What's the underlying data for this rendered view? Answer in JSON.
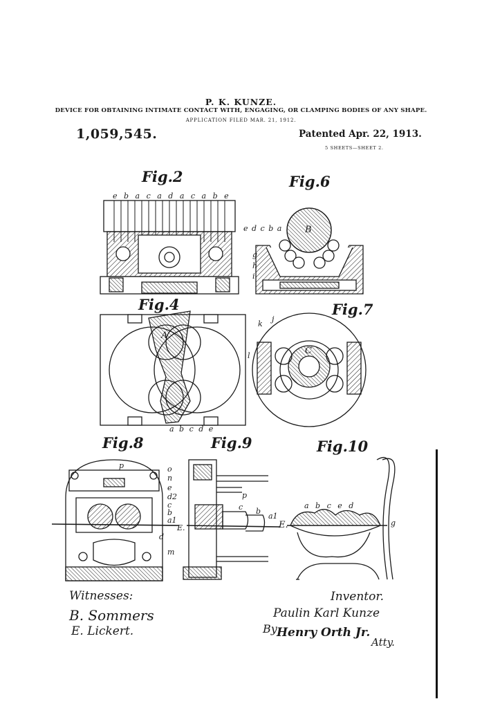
{
  "header": {
    "inventor_name": "P. K. KUNZE.",
    "title": "DEVICE FOR OBTAINING INTIMATE CONTACT WITH, ENGAGING, OR CLAMPING BODIES OF ANY SHAPE.",
    "application_filed": "APPLICATION FILED MAR. 21, 1912.",
    "patent_number": "1,059,545.",
    "patented_date": "Patented Apr. 22, 1913.",
    "sheets": "5 SHEETS—SHEET 2."
  },
  "figures": [
    {
      "label": "Fig.2",
      "parts": "e b a c a d a c a b e"
    },
    {
      "label": "Fig.6",
      "parts": "e d c b a",
      "body": "B",
      "side_letters": [
        "g",
        "h",
        "i"
      ]
    },
    {
      "label": "Fig.4",
      "body": "A",
      "parts": "a b c d e"
    },
    {
      "label": "Fig.7",
      "body": "C",
      "side_letters": [
        "k",
        "j",
        "l"
      ]
    },
    {
      "label": "Fig.8",
      "letters": [
        "p",
        "o",
        "n",
        "e",
        "d2",
        "c",
        "b",
        "a1",
        "E.",
        "d",
        "m"
      ]
    },
    {
      "label": "Fig.9",
      "letters": [
        "p",
        "c",
        "b",
        "a1",
        "E."
      ]
    },
    {
      "label": "Fig.10",
      "parts": "a b c e d",
      "side_letters": [
        "g"
      ]
    }
  ],
  "signatures": {
    "witnesses_label": "Witnesses:",
    "witness_1": "B. Sommers",
    "witness_2": "E. Lickert.",
    "inventor_label": "Inventor.",
    "inventor_signature": "Paulin Karl Kunze",
    "by_label": "By",
    "attorney_signature": "Henry Orth Jr.",
    "attorney_label": "Atty."
  }
}
